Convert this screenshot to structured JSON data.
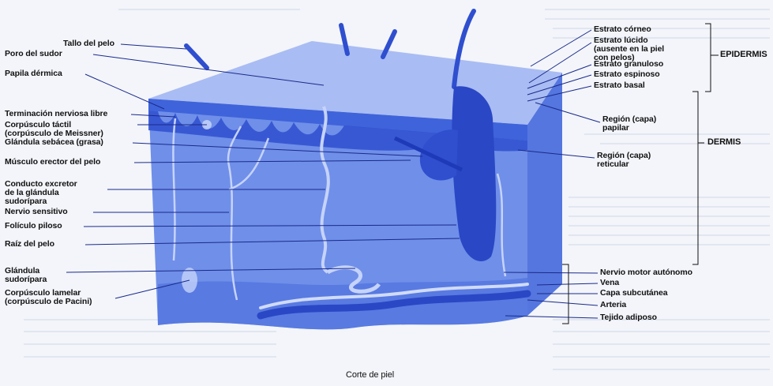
{
  "figure": {
    "caption": "Corte de piel",
    "layers": {
      "epidermis": "EPIDERMIS",
      "dermis": "DERMIS"
    },
    "labels_left": [
      "Tallo del pelo",
      "Poro del sudor",
      "Papila dérmica",
      "Terminación nerviosa libre",
      "Corpúsculo táctil\n(corpúsculo de Meissner)",
      "Glándula sebácea (grasa)",
      "Músculo erector del pelo",
      "Conducto excretor\nde la glándula\nsudorípara",
      "Nervio sensitivo",
      "Folículo piloso",
      "Raíz del pelo",
      "Glándula\nsudorípara",
      "Corpúsculo lamelar\n(corpúsculo de Pacini)"
    ],
    "labels_right": [
      "Estrato córneo",
      "Estrato lúcido\n(ausente en la piel\ncon pelos)",
      "Estrato granuloso",
      "Estrato espinoso",
      "Estrato basal",
      "Región (capa)\npapilar",
      "Región (capa)\nreticular",
      "Nervio motor autónomo",
      "Vena",
      "Capa subcutánea",
      "Arteria",
      "Tejido adiposo"
    ]
  },
  "colors": {
    "tissue": "#5b7fe6",
    "tissue_dark": "#2f4fcf",
    "tissue_light": "#8ea8f0",
    "leader": "#1a2a8a",
    "text": "#111111"
  }
}
